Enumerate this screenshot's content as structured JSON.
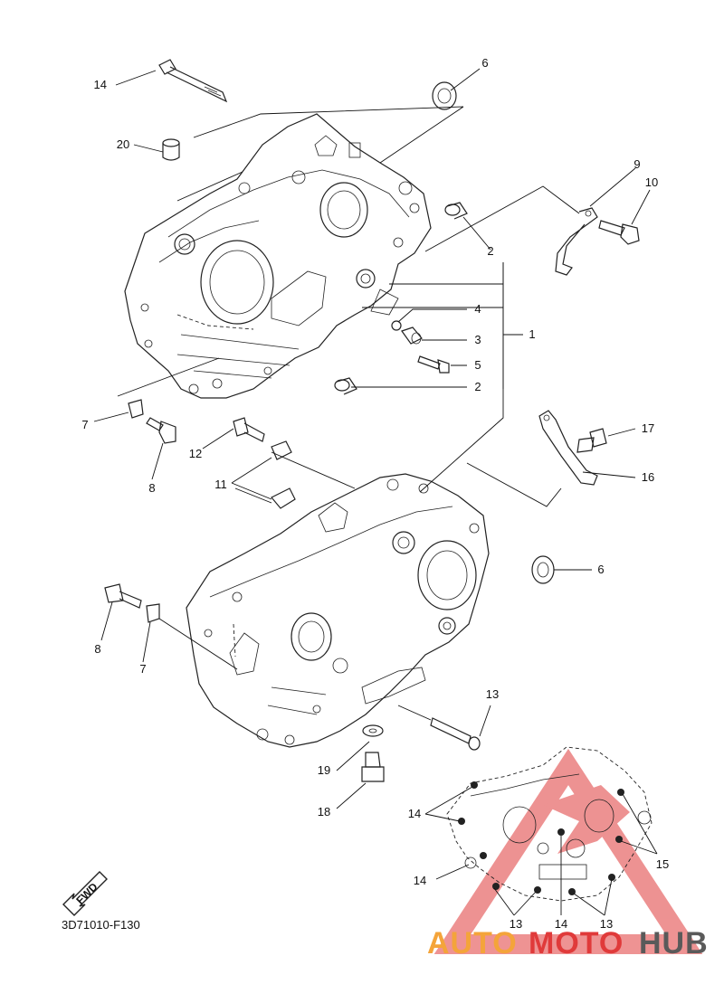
{
  "diagram": {
    "code": "3D71010-F130",
    "fwd_label": "FWD",
    "callouts": {
      "c1": "1",
      "c2a": "2",
      "c2b": "2",
      "c3": "3",
      "c4": "4",
      "c5": "5",
      "c6a": "6",
      "c6b": "6",
      "c7a": "7",
      "c7b": "7",
      "c8a": "8",
      "c8b": "8",
      "c9": "9",
      "c10": "10",
      "c11": "11",
      "c12": "12",
      "c13": "13",
      "c14": "14",
      "c16": "16",
      "c17": "17",
      "c18": "18",
      "c19": "19",
      "c20": "20"
    },
    "inset_callouts": {
      "i14a": "14",
      "i14b": "14",
      "i14c": "14",
      "i15": "15",
      "i13a": "13",
      "i13b": "13"
    }
  },
  "watermark": {
    "brand_a": "AUTO",
    "brand_b": "MOTO",
    "brand_c": "HUB",
    "colors": {
      "orange": "#f4a43a",
      "red": "#e03a3a",
      "gray": "#5a5a5a"
    }
  }
}
